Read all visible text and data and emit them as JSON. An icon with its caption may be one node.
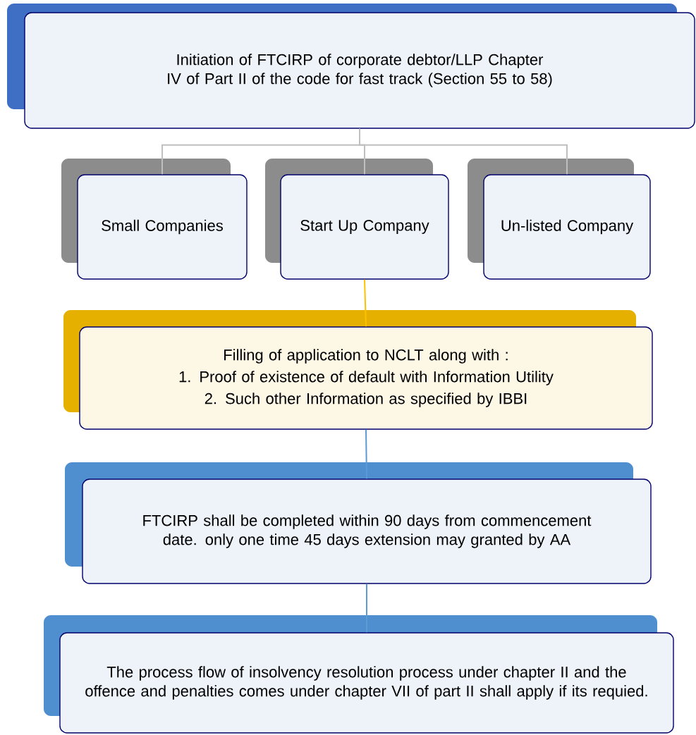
{
  "diagram": {
    "nodes": [
      {
        "text": [
          "Initiation of FTCIRP of corporate debtor/LLP Chapter IV of Part II of the code for fast track (Section 55 to 58)"
        ]
      },
      {
        "text": [
          "Small Companies"
        ]
      },
      {
        "text": [
          "Start Up Company"
        ]
      },
      {
        "text": [
          "Un-listed Company"
        ]
      },
      {
        "text": [
          "Filling of application to NCLT along with :",
          "1. Proof of existence of default with Information Utility",
          "2. Such other Information as specified by IBBI"
        ]
      },
      {
        "text": [
          "FTCIRP shall be completed within 90 days from commencement date. only one time 45 days extension may granted by AA"
        ]
      },
      {
        "text": [
          "The process flow of insolvency resolution process under chapter II and the offence and penalties comes under chapter VII of part II shall apply if its requied."
        ]
      }
    ],
    "edges": [
      {
        "from": 0,
        "to": 1,
        "arrow": "none",
        "color": "#bfbfbf"
      },
      {
        "from": 0,
        "to": 2,
        "arrow": "none",
        "color": "#bfbfbf"
      },
      {
        "from": 0,
        "to": 3,
        "arrow": "none",
        "color": "#bfbfbf"
      },
      {
        "from": 2,
        "to": 4,
        "arrow": "none",
        "color": "#ffc000"
      },
      {
        "from": 4,
        "to": 5,
        "arrow": "none",
        "color": "#5b9bd5"
      },
      {
        "from": 5,
        "to": 6,
        "arrow": "none",
        "color": "#5b9bd5"
      }
    ]
  }
}
